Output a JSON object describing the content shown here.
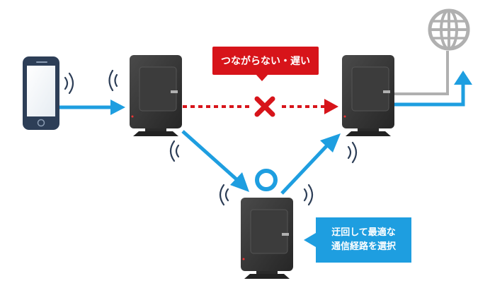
{
  "labels": {
    "connection_failure": "つながらない・遅い",
    "reroute_line1": "迂回して最適な",
    "reroute_line2": "通信経路を選択"
  },
  "icons": {
    "client": "smartphone-icon",
    "source_router": "wifi-router-icon",
    "destination_router": "wifi-router-icon",
    "relay_router": "wifi-router-icon",
    "internet": "globe-icon",
    "failure_mark": "cross-icon",
    "success_mark": "circle-icon",
    "signal": "wifi-signal-icon"
  },
  "colors": {
    "arrow": "#1e9ee0",
    "failure": "#d7141a",
    "router": "#3a3a3a",
    "phone": "#2d3e57",
    "globe_line": "#b0b0b0"
  }
}
